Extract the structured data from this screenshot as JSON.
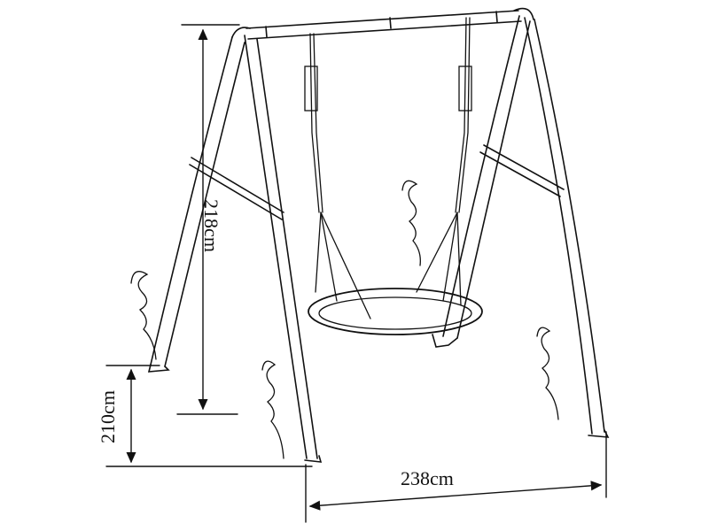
{
  "dimensions": {
    "height_label": "218cm",
    "leg_spread_label": "210cm",
    "width_label": "238cm"
  },
  "colors": {
    "line": "#111111",
    "background": "#ffffff"
  }
}
